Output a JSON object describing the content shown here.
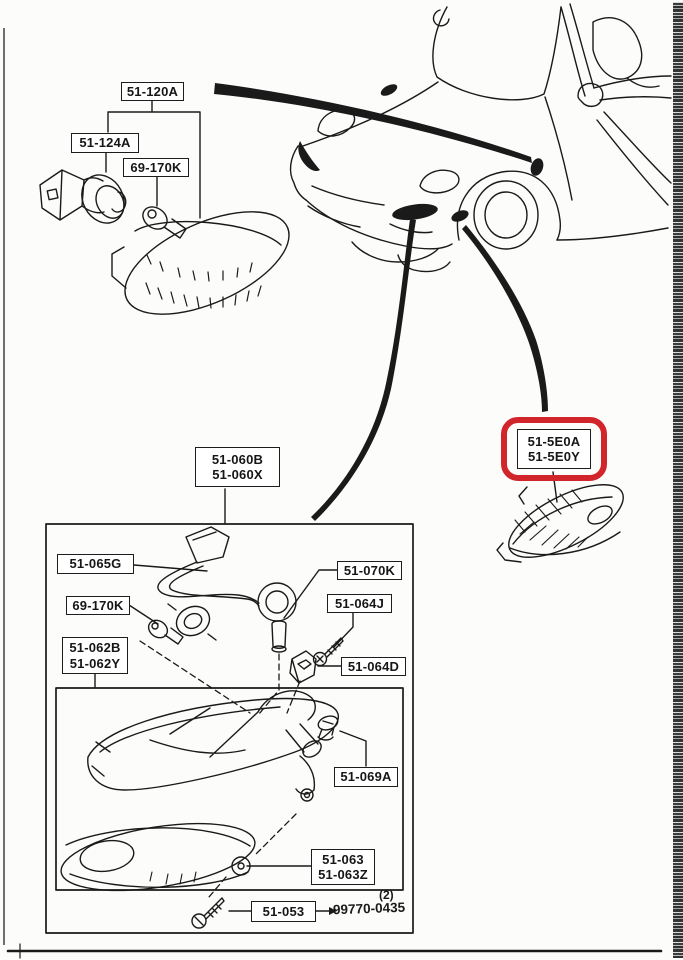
{
  "colors": {
    "ink": "#1a1a1a",
    "highlight_red": "#d2252b",
    "paper": "#fcfcfb"
  },
  "labels": {
    "top_group": {
      "assembly": "51-120A",
      "socket": "51-124A",
      "bulb": "69-170K"
    },
    "highlighted": {
      "line1": "51-5E0A",
      "line2": "51-5E0Y"
    },
    "front_combination": {
      "assembly_line1": "51-060B",
      "assembly_line2": "51-060X",
      "harness": "51-065G",
      "bulb_small": "69-170K",
      "body_line1": "51-062B",
      "body_line2": "51-062Y",
      "bulb_main": "51-070K",
      "screw_upper": "51-064J",
      "nut_clip": "51-064D",
      "clip": "51-069A",
      "lens_line1": "51-063",
      "lens_line2": "51-063Z",
      "screw_lower": "51-053",
      "qty_note": "(2)",
      "ref_code": "99770-0435"
    }
  }
}
